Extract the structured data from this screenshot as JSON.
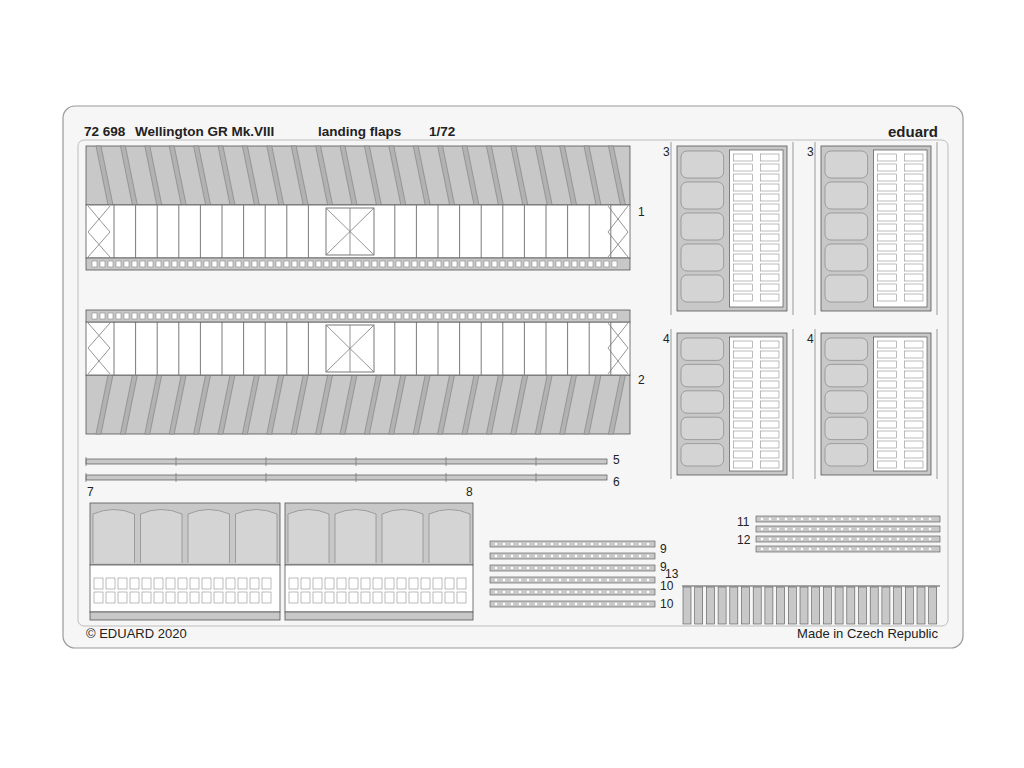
{
  "diagram": {
    "labels": [
      "72 698",
      "Wellington GR Mk.VIII",
      "landing flaps",
      "1/72",
      "eduard",
      "3",
      "3",
      "1",
      "4",
      "4",
      "2",
      "5",
      "6",
      "7",
      "8",
      "11",
      "12",
      "9",
      "9",
      "10",
      "10",
      "13",
      "© EDUARD 2020",
      "Made in Czech Republic"
    ]
  }
}
